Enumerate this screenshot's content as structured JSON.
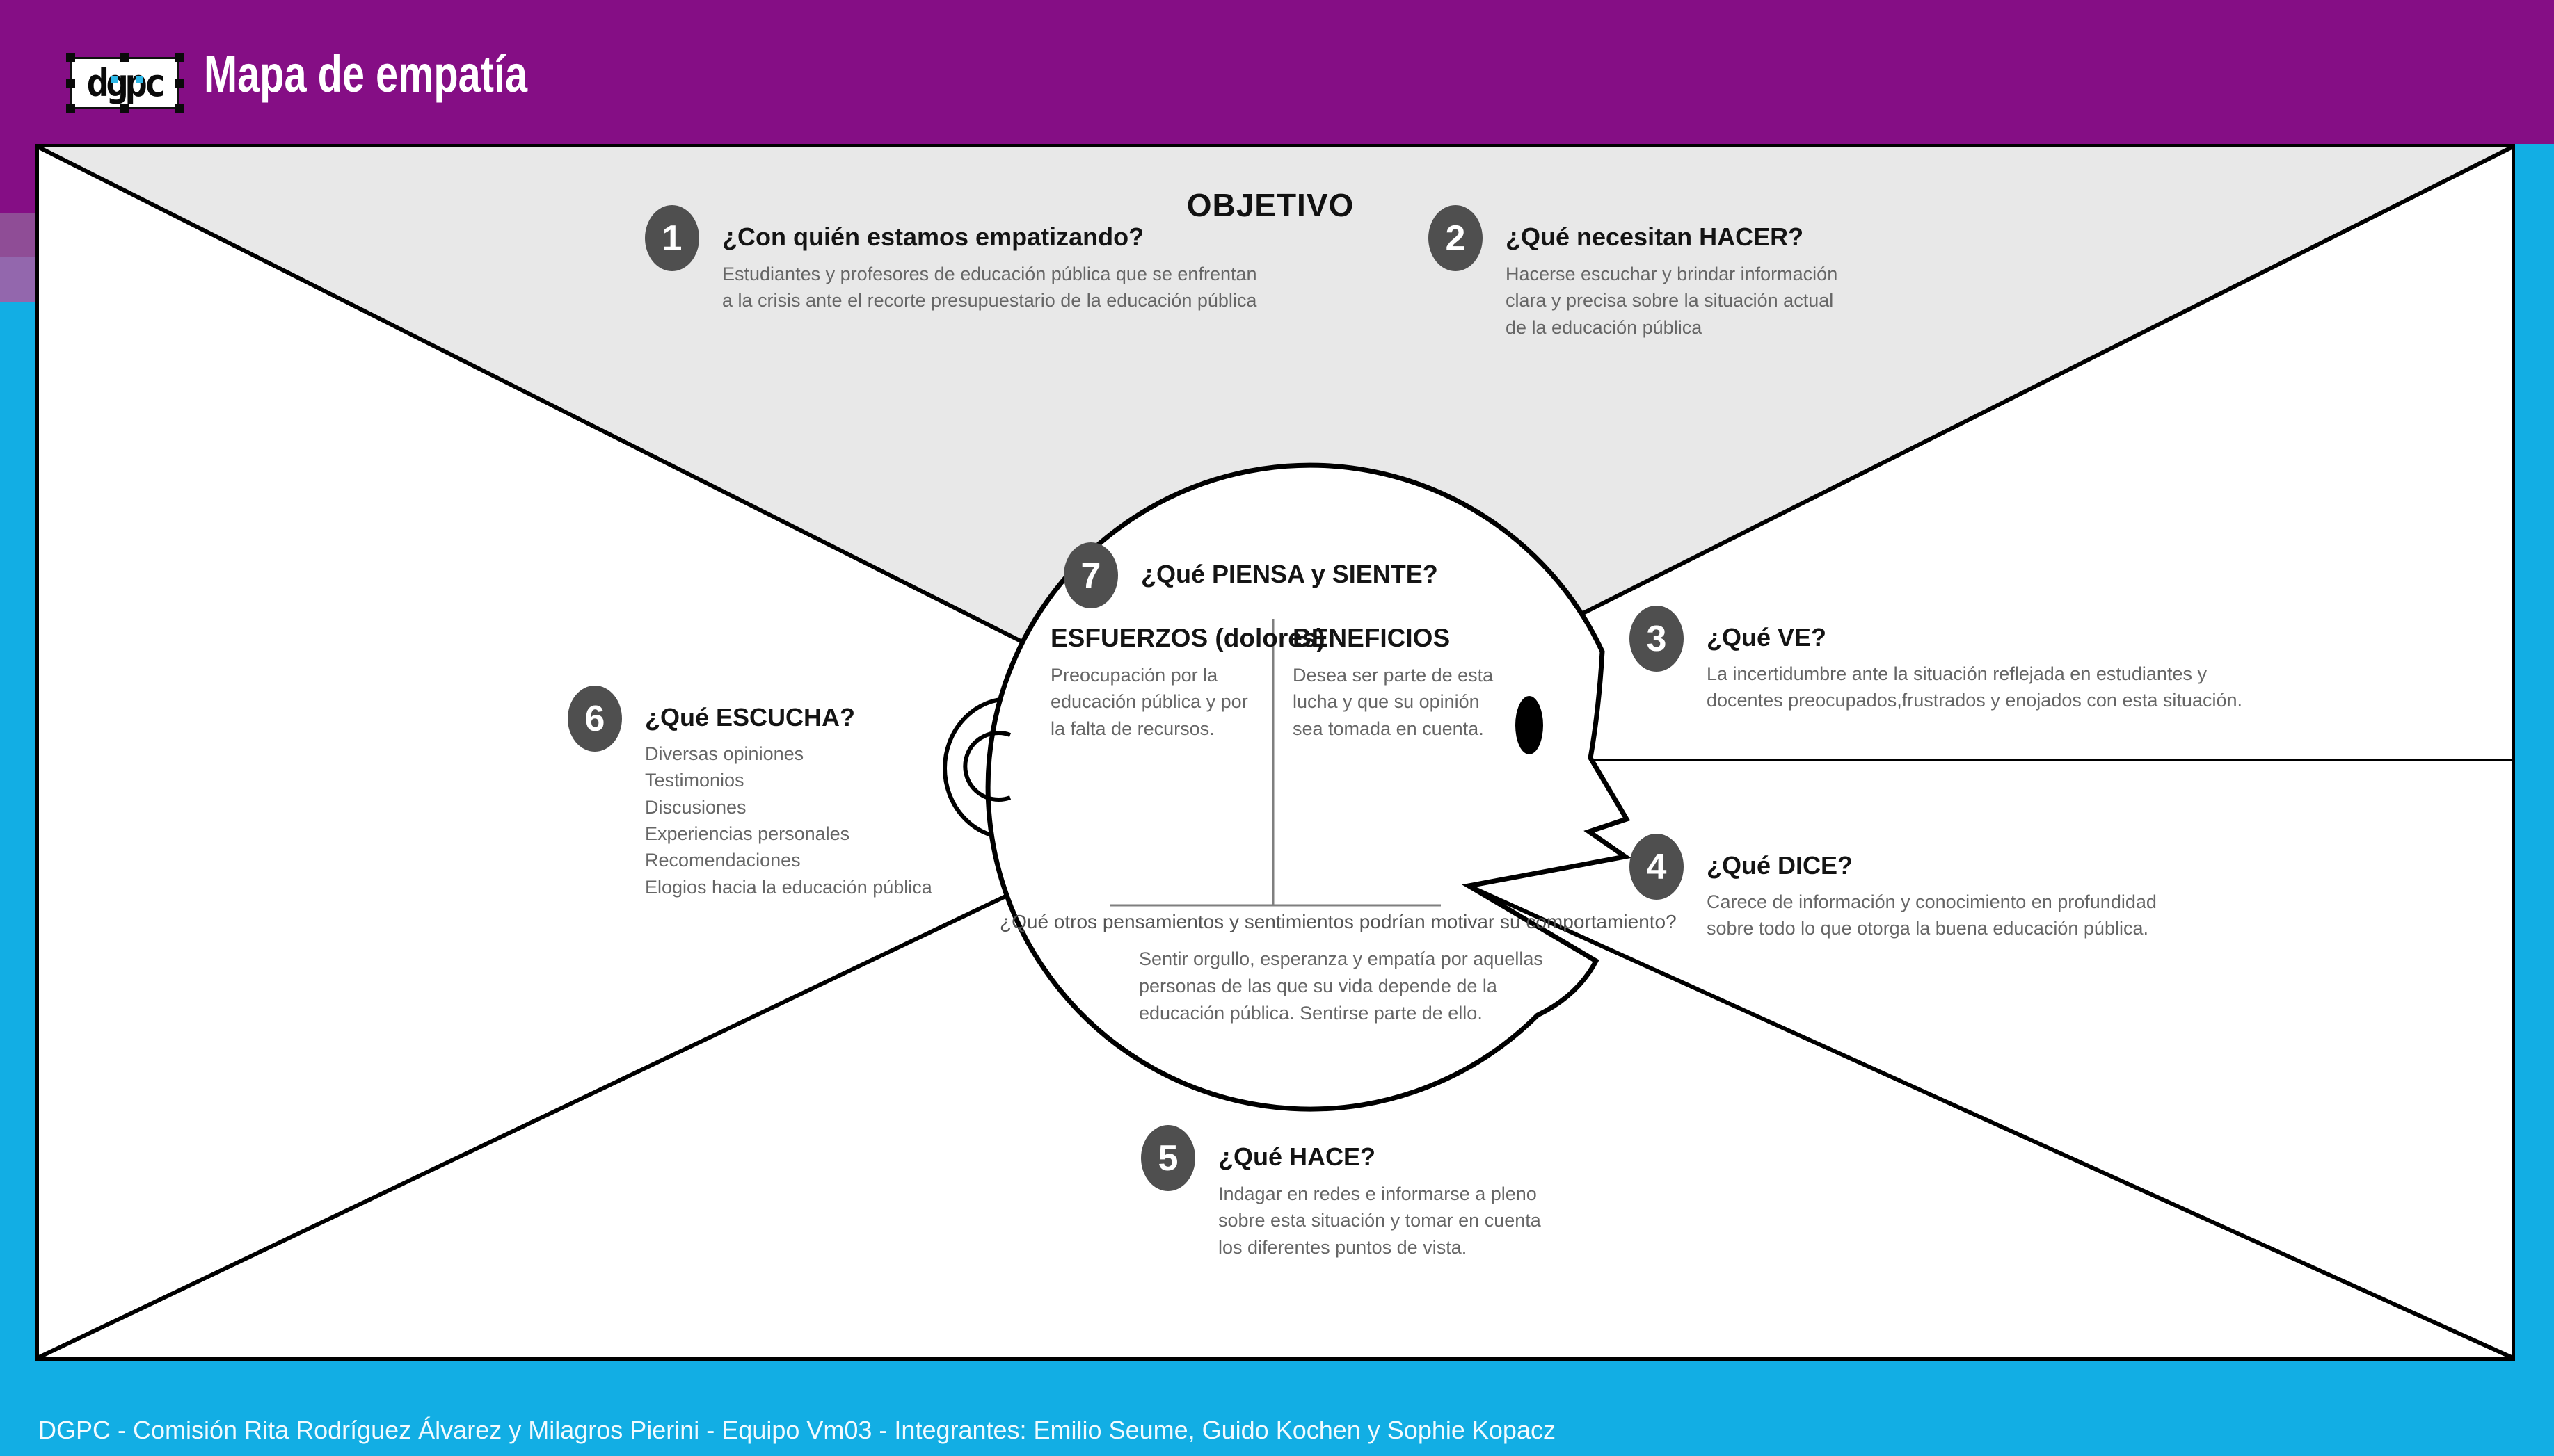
{
  "header": {
    "logo_text": "dgpc",
    "title": "Mapa de empatía"
  },
  "canvas": {
    "objetivo_label": "OBJETIVO"
  },
  "sections": [
    {
      "number": "1",
      "heading": "¿Con quién estamos empatizando?",
      "body": "Estudiantes y profesores de educación pública que se enfrentan\na la crisis ante el recorte presupuestario de la educación pública"
    },
    {
      "number": "2",
      "heading": "¿Qué necesitan HACER?",
      "body": "Hacerse escuchar y brindar información\nclara y precisa sobre la situación actual\nde la educación pública"
    },
    {
      "number": "3",
      "heading": "¿Qué VE?",
      "body": "La incertidumbre ante la situación reflejada en estudiantes y\ndocentes preocupados,frustrados y enojados con esta situación."
    },
    {
      "number": "4",
      "heading": "¿Qué DICE?",
      "body": "Carece de información y conocimiento en profundidad\nsobre todo lo que otorga la buena educación pública."
    },
    {
      "number": "5",
      "heading": "¿Qué HACE?",
      "body": "Indagar en redes e informarse a pleno\nsobre esta situación y tomar en cuenta\nlos diferentes puntos de vista."
    },
    {
      "number": "6",
      "heading": "¿Qué ESCUCHA?",
      "body": "Diversas opiniones\nTestimonios\nDiscusiones\nExperiencias personales\nRecomendaciones\nElogios hacia la educación pública"
    },
    {
      "number": "7",
      "heading": "¿Qué PIENSA y SIENTE?",
      "body": ""
    }
  ],
  "think_feel": {
    "esfuerzos_heading": "ESFUERZOS (dolores)",
    "esfuerzos_body": "Preocupación por la\neducación pública y por\nla falta de recursos.",
    "beneficios_heading": "BENEFICIOS",
    "beneficios_body": "Desea ser parte de esta\nlucha y que su opinión\nsea tomada en cuenta.",
    "question": "¿Qué otros pensamientos y sentimientos podrían motivar su comportamiento?",
    "answer": "Sentir orgullo, esperanza y empatía por aquellas\npersonas de las que su vida depende de la\neducación pública. Sentirse parte de ello."
  },
  "footer": {
    "credits": "DGPC - Comisión Rita Rodríguez Álvarez y Milagros Pierini - Equipo Vm03 - Integrantes: Emilio Seume, Guido Kochen y Sophie Kopacz"
  },
  "colors": {
    "header_purple": "#850E85",
    "strip_mid_purple": "#8F4D96",
    "strip_light_purple": "#9367AD",
    "cyan": "#12AEE4",
    "gray_triangle": "#E8E8E8",
    "number_circle": "#4F4F4F"
  }
}
